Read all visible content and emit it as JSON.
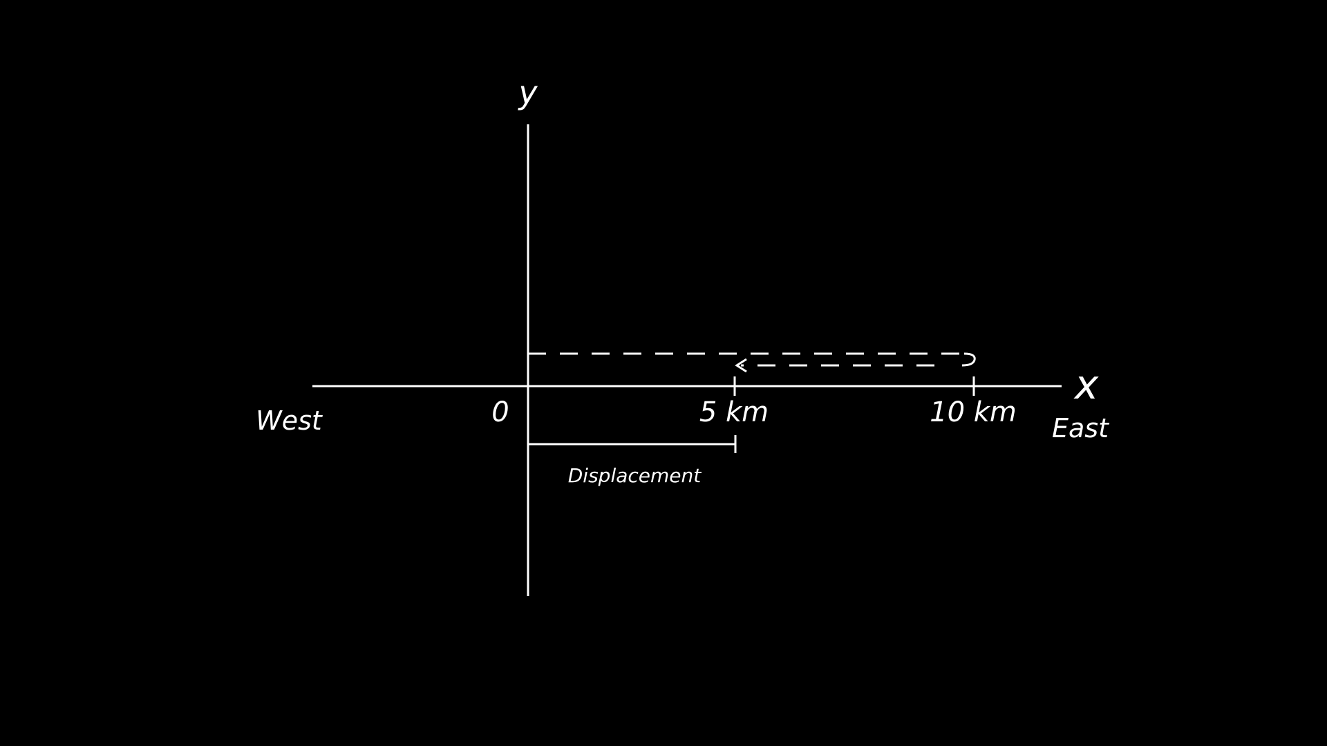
{
  "diagram": {
    "axes": {
      "y_label": "y",
      "x_label": "x",
      "origin_label": "0",
      "tick_5": "5 km",
      "tick_10": "10 km"
    },
    "directions": {
      "west": "West",
      "east": "East"
    },
    "displacement_label": "Displacement",
    "colors": {
      "background": "#000000",
      "foreground": "#ffffff"
    }
  }
}
